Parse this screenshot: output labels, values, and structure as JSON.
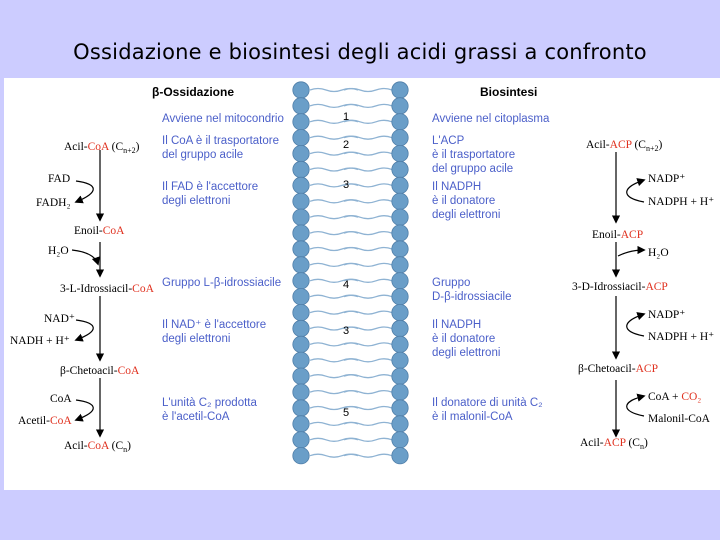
{
  "title": "Ossidazione  e biosintesi degli acidi grassi a confronto",
  "beta_oxidation": {
    "header": "β-Ossidazione",
    "notes": [
      [
        "Avviene nel mitocondrio"
      ],
      [
        "Il CoA è il trasportatore",
        "del gruppo acile"
      ],
      [
        "Il FAD è l'accettore",
        "degli elettroni"
      ],
      [
        "Gruppo L-β-idrossiacile"
      ],
      [
        "Il NAD⁺ è l'accettore",
        "degli elettroni"
      ],
      [
        "L'unità C₂ prodotta",
        "è l'acetil-CoA"
      ]
    ],
    "pathway": {
      "acyl_start": {
        "pre": "Acil-",
        "red": "CoA",
        "post": " (C",
        "sub": "n+2",
        "end": ")"
      },
      "fad": "FAD",
      "fadh2": "FADH₂",
      "enoyl": {
        "pre": "Enoil-",
        "red": "CoA"
      },
      "h2o": "H₂O",
      "hydroxyacyl": {
        "pre": "3-L-Idrossiacil-",
        "red": "CoA"
      },
      "nad": "NAD⁺",
      "nadh": "NADH + H⁺",
      "ketoacyl": {
        "pre": "β-Chetoacil-",
        "red": "CoA"
      },
      "coa": "CoA",
      "acetyl": {
        "pre": "Acetil-",
        "red": "CoA"
      },
      "acyl_end": {
        "pre": "Acil-",
        "red": "CoA",
        "post": " (C",
        "sub": "n",
        "end": ")"
      }
    }
  },
  "numbers": [
    "1",
    "2",
    "3",
    "4",
    "3",
    "5"
  ],
  "biosynthesis": {
    "header": "Biosintesi",
    "notes": [
      [
        "Avviene nel citoplasma"
      ],
      [
        "L'ACP",
        "è il trasportatore",
        "del gruppo acile"
      ],
      [
        "Il NADPH",
        "è il donatore",
        "degli elettroni"
      ],
      [
        "Gruppo",
        "D-β-idrossiacile"
      ],
      [
        "Il NADPH",
        "è il donatore",
        "degli elettroni"
      ],
      [
        "Il donatore di unità C₂",
        "è il malonil-CoA"
      ]
    ],
    "pathway": {
      "acyl_start": {
        "pre": "Acil-",
        "red": "ACP",
        "post": " (C",
        "sub": "n+2",
        "end": ")"
      },
      "nadp_1": "NADP⁺",
      "nadph_1": "NADPH + H⁺",
      "enoyl": {
        "pre": "Enoil-",
        "red": "ACP"
      },
      "h2o": "H₂O",
      "hydroxyacyl": {
        "pre": "3-D-Idrossiacil-",
        "red": "ACP"
      },
      "nadp_2": "NADP⁺",
      "nadph_2": "NADPH + H⁺",
      "ketoacyl": {
        "pre": "β-Chetoacil-",
        "red": "ACP"
      },
      "coa_co2": {
        "pre": "CoA + ",
        "red": "CO₂"
      },
      "malonyl": "Malonil-CoA",
      "acyl_end": {
        "pre": "Acil-",
        "red": "ACP",
        "post": " (C",
        "sub": "n",
        "end": ")"
      }
    }
  },
  "colors": {
    "background": "#ccccff",
    "note_text": "#4b5fc9",
    "carrier_red": "#e0301e",
    "lipid_head": "#6a9ec8",
    "lipid_tail": "#8fb3d3"
  }
}
